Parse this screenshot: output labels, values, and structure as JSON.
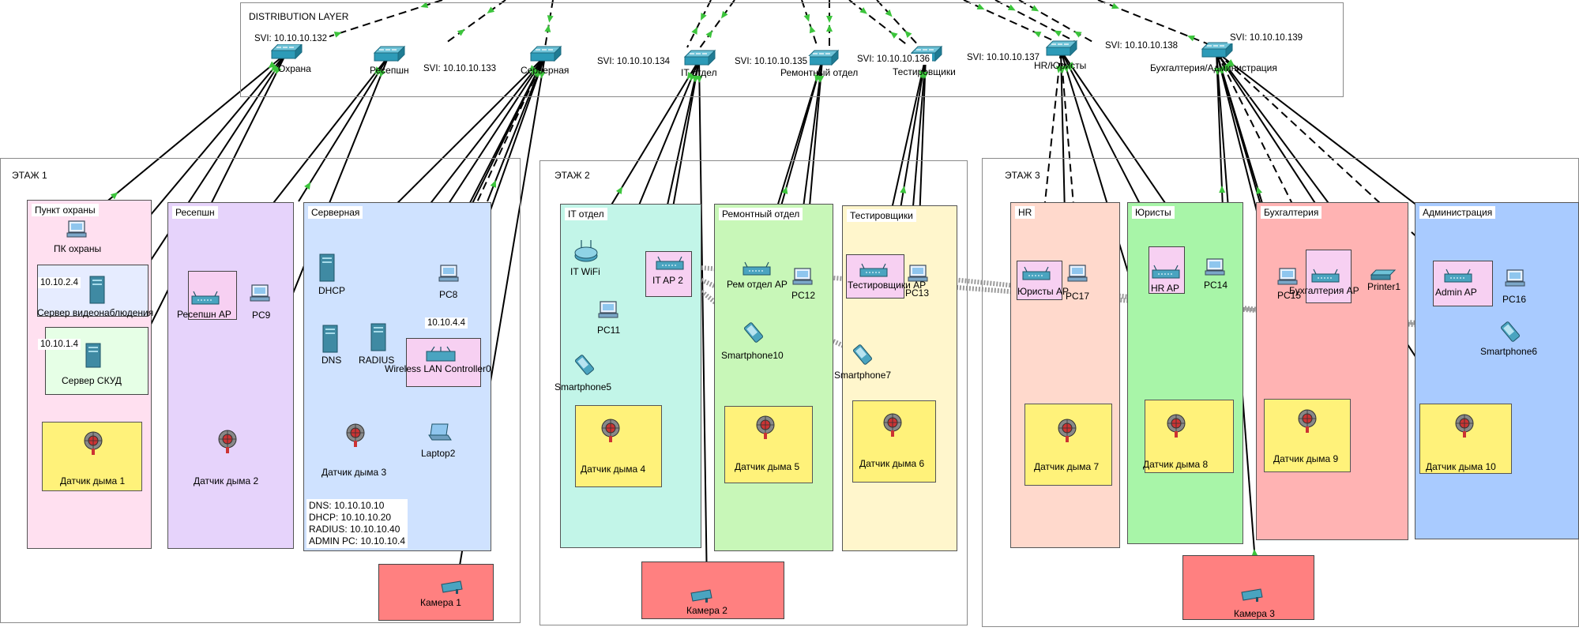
{
  "distribution": {
    "title": "DISTRIBUTION LAYER",
    "switches": [
      {
        "name": "Охрана",
        "svi": "SVI: 10.10.10.132"
      },
      {
        "name": "Ресепшн",
        "svi": "SVI: 10.10.10.133"
      },
      {
        "name": "Серверная",
        "svi": ""
      },
      {
        "name": "IT отдел",
        "svi": "SVI: 10.10.10.134"
      },
      {
        "name": "Ремонтный отдел",
        "svi": "SVI: 10.10.10.135"
      },
      {
        "name": "Тестировщики",
        "svi": "SVI: 10.10.10.136"
      },
      {
        "name": "HR/Юристы",
        "svi": "SVI: 10.10.10.137"
      },
      {
        "name": "Бухгалтерия/Администрация",
        "svi": "SVI: 10.10.10.138"
      },
      {
        "name": "",
        "svi": "SVI: 10.10.10.139"
      }
    ]
  },
  "floors": [
    {
      "title": "ЭТАЖ 1"
    },
    {
      "title": "ЭТАЖ 2"
    },
    {
      "title": "ЭТАЖ 3"
    }
  ],
  "rooms": {
    "security": "Пункт охраны",
    "reception": "Ресепшн",
    "server": "Серверная",
    "it": "IT отдел",
    "repair": "Ремонтный отдел",
    "testers": "Тестировщики",
    "hr": "HR",
    "lawyers": "Юристы",
    "accounting": "Бухгалтерия",
    "admin": "Администрация"
  },
  "devices": {
    "pk_security": "ПК охраны",
    "video_server": "Сервер видеонаблюдения",
    "video_server_ip": "10.10.2.4",
    "access_server": "Сервер СКУД",
    "access_server_ip": "10.10.1.4",
    "reception_ap": "Ресепшн AP",
    "pc9": "PC9",
    "dhcp": "DHCP",
    "dns": "DNS",
    "radius": "RADIUS",
    "pc8": "PC8",
    "wlc": "Wireless LAN Controller0",
    "wlc_ip": "10.10.4.4",
    "laptop2": "Laptop2",
    "it_wifi": "IT WiFi",
    "pc11": "PC11",
    "it_ap": "IT AP 2",
    "smartphone5": "Smartphone5",
    "repair_ap": "Рем отдел AP",
    "pc12": "PC12",
    "smartphone10": "Smartphone10",
    "testers_ap": "Тестировщики AP",
    "pc13": "PC13",
    "smartphone7": "Smartphone7",
    "lawyers_ap": "Юристы AP",
    "pc17": "PC17",
    "hr_ap": "HR AP",
    "pc14": "PC14",
    "pc15": "PC15",
    "accounting_ap": "Бухгалтерия AP",
    "printer1": "Printer1",
    "admin_ap": "Admin AP",
    "pc16": "PC16",
    "smartphone6": "Smartphone6"
  },
  "smoke": [
    "Датчик дыма 1",
    "Датчик дыма 2",
    "Датчик дыма 3",
    "Датчик дыма 4",
    "Датчик дыма 5",
    "Датчик дыма 6",
    "Датчик дыма 7",
    "Датчик дыма 8",
    "Датчик дыма 9",
    "Датчик дыма 10"
  ],
  "cameras": [
    "Камера 1",
    "Камера 2",
    "Камера 3"
  ],
  "server_config": {
    "dns": "DNS: 10.10.10.10",
    "dhcp": "DHCP:  10.10.10.20",
    "radius": "RADIUS: 10.10.10.40",
    "admin_pc": "ADMIN PC: 10.10.10.4"
  },
  "colors": {
    "security": "#ffe0f0",
    "reception": "#e6d3fb",
    "server": "#cfe2ff",
    "it": "#c2f5e8",
    "repair": "#c8f7b8",
    "testers": "#fff6cc",
    "hr": "#ffd9cc",
    "lawyers": "#a8f5a8",
    "accounting": "#ffb3b3",
    "admin": "#a9cbff",
    "smoke_box": "#fff27a",
    "camera_box": "#ff8080",
    "ap_box": "#f7d0f2",
    "switch": "#2d9bb8",
    "link": "#000000",
    "link_up": "#3cc43c"
  }
}
